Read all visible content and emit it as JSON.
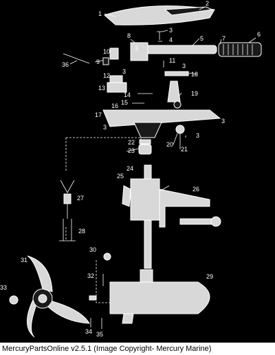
{
  "caption": "MercuryPartsOnline v2.5.1 (Image Copyright- Mercury Marine)",
  "callouts": [
    "1",
    "2",
    "3",
    "4",
    "5",
    "6",
    "7",
    "8",
    "3",
    "9",
    "10",
    "36",
    "11",
    "3",
    "18",
    "12",
    "3",
    "13",
    "14",
    "15",
    "16",
    "19",
    "17",
    "3",
    "3",
    "3",
    "20",
    "21",
    "22",
    "23",
    "24",
    "25",
    "26",
    "27",
    "28",
    "30",
    "31",
    "32",
    "29",
    "33",
    "34",
    "35"
  ]
}
